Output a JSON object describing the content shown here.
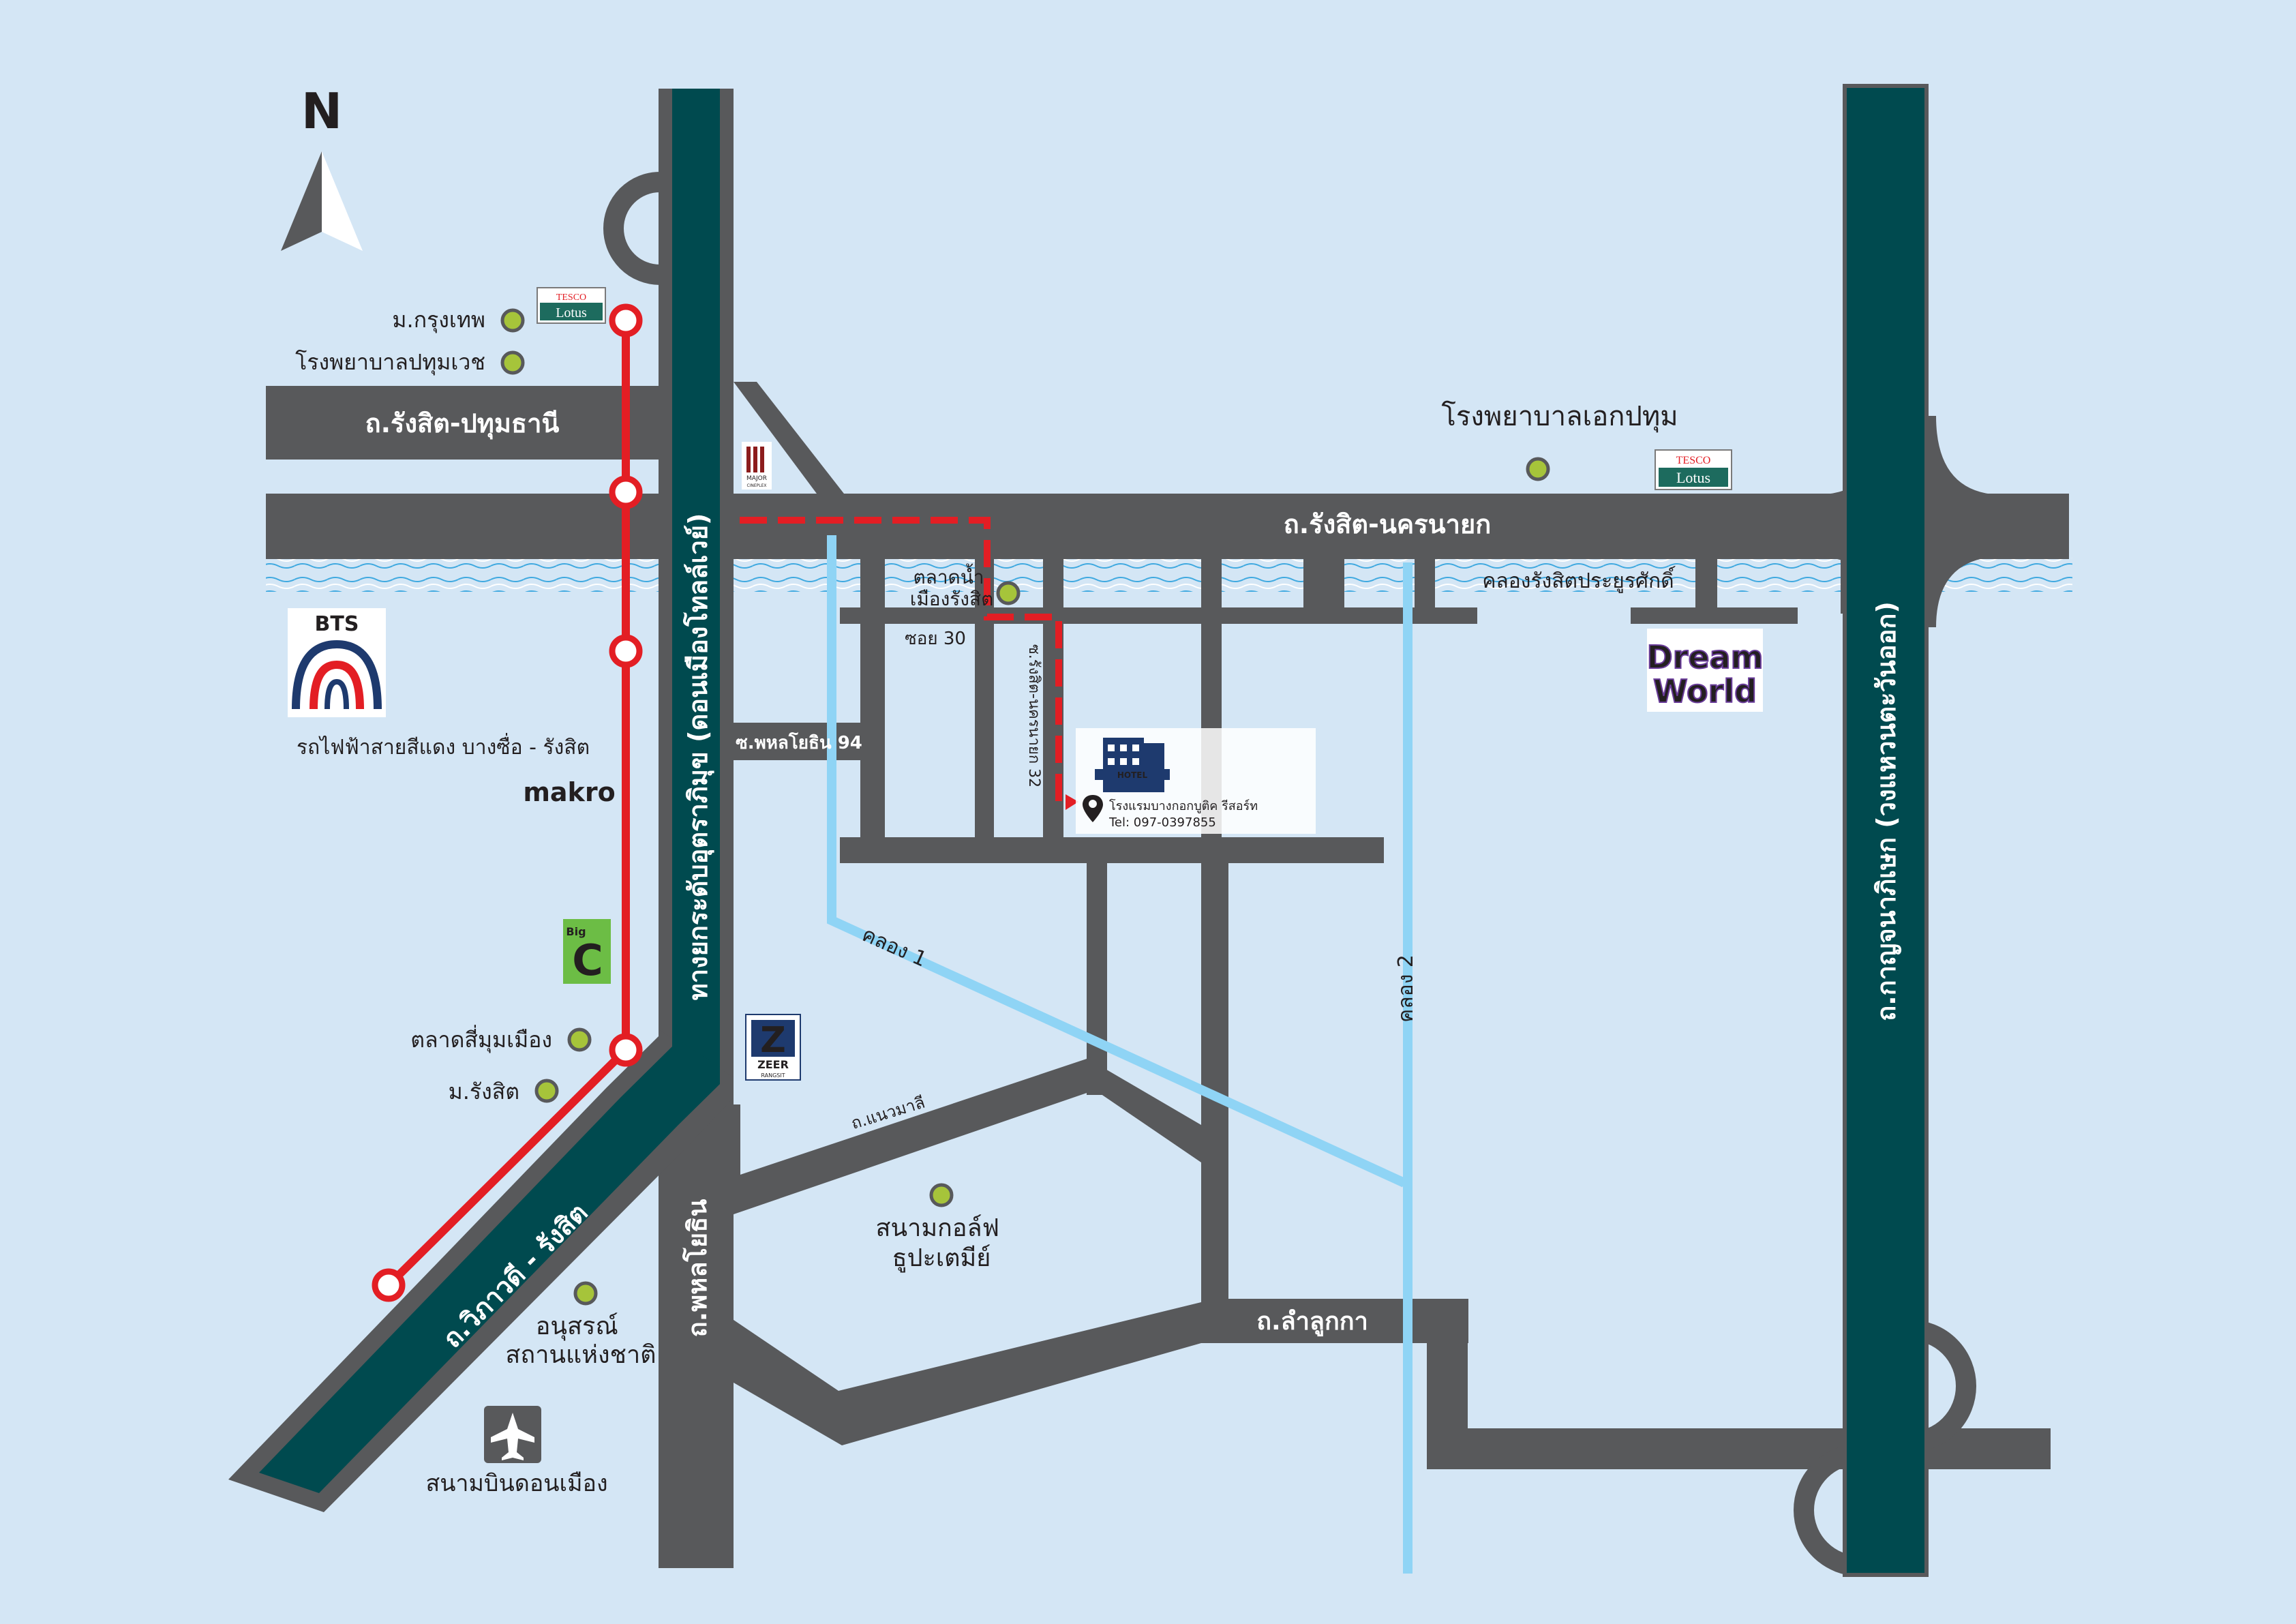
{
  "map": {
    "north": "N",
    "roads": {
      "rangsit_pathum": "ถ.รังสิต-ปทุมธานี",
      "rangsit_nakhonnayok": "ถ.รังสิต-นครนายก",
      "expressway": "ทางยกระดับอุตราภิมุข (ดอนเมืองโทลล์เวย์)",
      "kanchanaphisek": "ถ.กาญจนาภิเษก (วงแหวนตะวันออก)",
      "phahonyothin": "ถ.พหลโยธิน",
      "vibhavadi": "ถ.วิภาวดี - รังสิต",
      "lamlukka": "ถ.ลำลูกกา",
      "soi_phahon94": "ซ.พหลโยธิน 94",
      "soi30": "ซอย 30",
      "soi_rangsit32": "ซ.รังสิต-นครนายก 32",
      "naenmalee": "ถ.แนวมาลี"
    },
    "canals": {
      "rangsit_canal": "คลองรังสิตประยูรศักดิ์",
      "khlong1": "คลอง 1",
      "khlong2": "คลอง 2"
    },
    "landmarks": {
      "bangkok_univ": "ม.กรุงเทพ",
      "pathumvej": "โรงพยาบาลปทุมเวช",
      "ek_pathum": "โรงพยาบาลเอกปทุม",
      "floating_market": "ตลาดน้ำ\nเมืองรังสิต",
      "simummuang": "ตลาดสี่มุมเมือง",
      "rangsit_univ": "ม.รังสิต",
      "golf": "สนามกอล์ฟ\nธูปะเตมีย์",
      "monument": "อนุสรณ์\nสถานแห่งชาติ",
      "airport": "สนามบินดอนเมือง",
      "bts_caption": "รถไฟฟ้าสายสีแดง บางซื่อ - รังสิต"
    },
    "brands": {
      "tesco_top": "TESCO",
      "tesco_bottom": "Lotus",
      "bts": "BTS",
      "makro": "makro",
      "bigc_top": "Big",
      "bigc_mark": "C",
      "major": "MAJOR",
      "major_sub": "CINEPLEX",
      "zeer_mark": "Z",
      "zeer_top": "ZEER",
      "zeer_sub": "RANGSIT",
      "dream": "Dream",
      "world": "World",
      "hotel_sign": "HOTEL"
    },
    "hotel": {
      "name": "โรงแรมบางกอกบูติค รีสอร์ท",
      "tel": "Tel: 097-0397855"
    },
    "colors": {
      "background": "#d4e6f5",
      "road": "#58595b",
      "highway": "#004a4f",
      "rail": "#e31e24",
      "canal": "#8fd4f5",
      "route": "#e31e24",
      "landmark_dot": "#a6c43a"
    },
    "icons": [
      "north-arrow-icon",
      "airplane-icon",
      "map-pin-icon",
      "hotel-building-icon"
    ]
  }
}
